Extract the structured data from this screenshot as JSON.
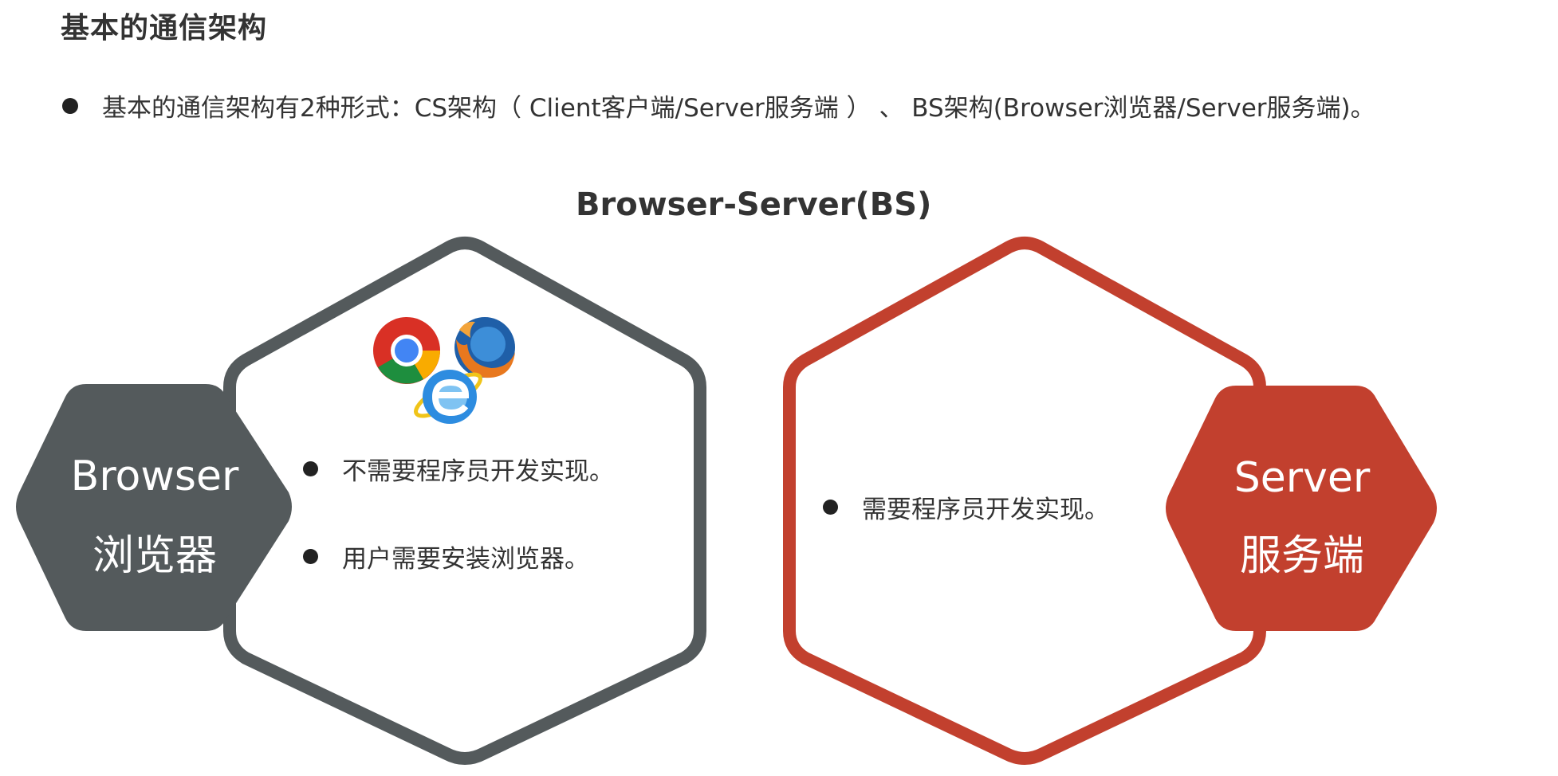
{
  "heading": "基本的通信架构",
  "intro": "基本的通信架构有2种形式：CS架构（ Client客户端/Server服务端 ） 、 BS架构(Browser浏览器/Server服务端)。",
  "diagram": {
    "title": "Browser-Server(BS)",
    "browser": {
      "label_en": "Browser",
      "label_zh": "浏览器",
      "color": "#545a5c",
      "points": [
        "不需要程序员开发实现。",
        "用户需要安装浏览器。"
      ],
      "icons": [
        "chrome-icon",
        "firefox-icon",
        "internet-explorer-icon"
      ]
    },
    "server": {
      "label_en": "Server",
      "label_zh": "服务端",
      "color": "#c2402e",
      "points": [
        "需要程序员开发实现。"
      ]
    }
  }
}
